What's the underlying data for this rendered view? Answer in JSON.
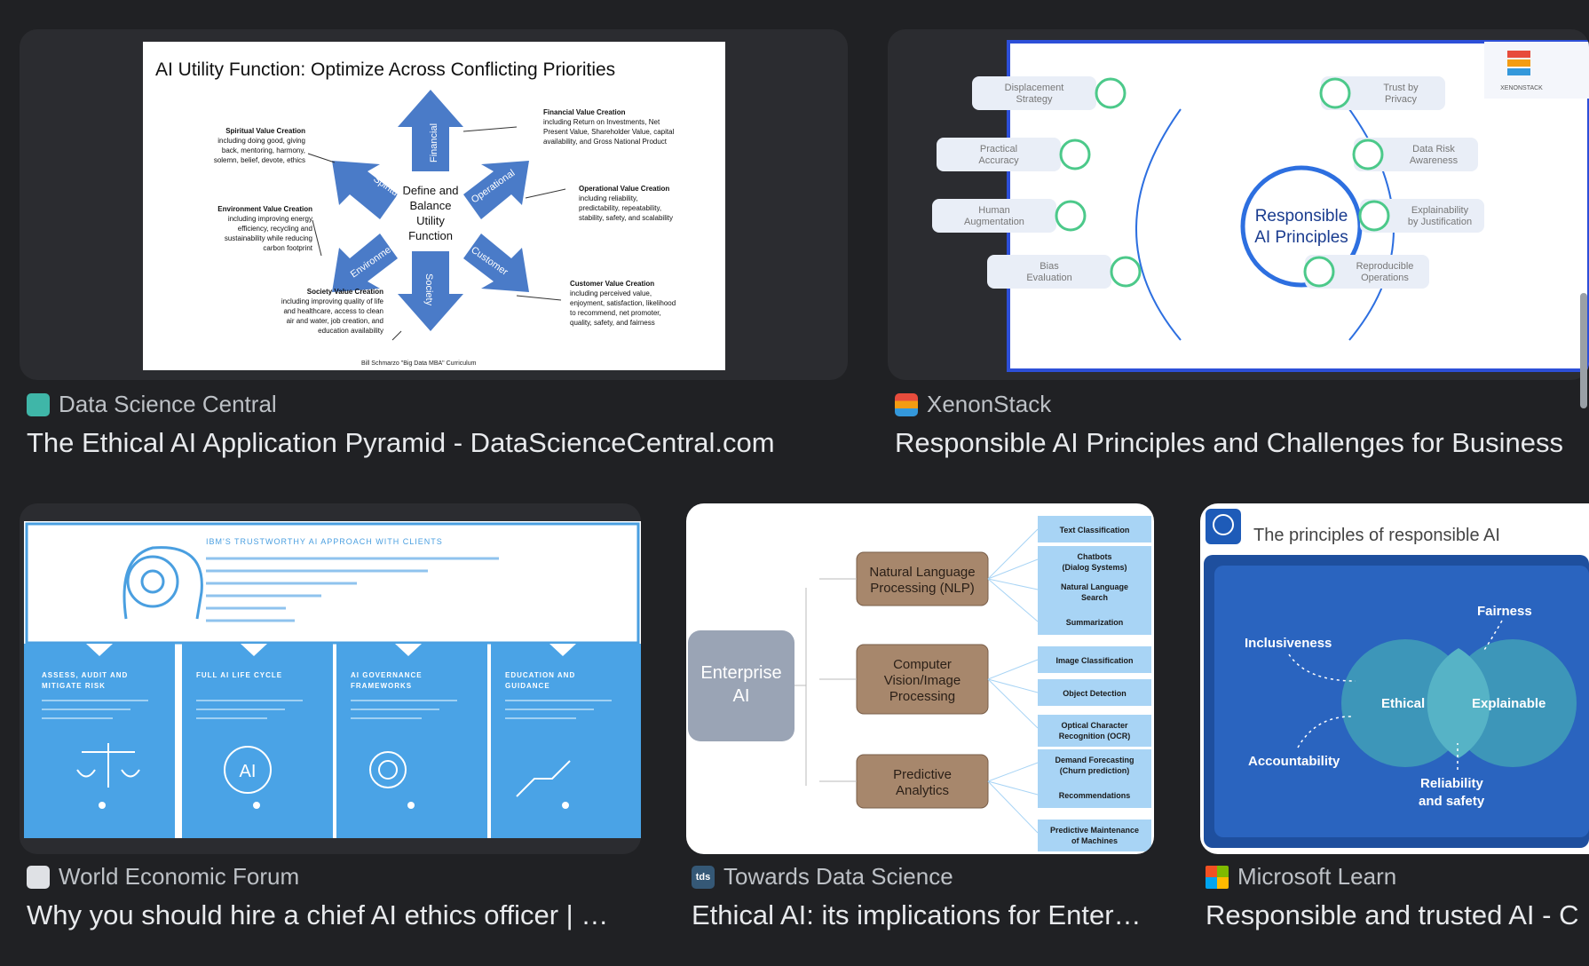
{
  "results": [
    {
      "source": "Data Science Central",
      "title": "The Ethical AI Application Pyramid - DataScienceCentral.com",
      "favicon_color": "#3fb6a8",
      "image": {
        "heading": "AI Utility Function: Optimize Across Conflicting Priorities",
        "center": [
          "Define and",
          "Balance",
          "Utility",
          "Function"
        ],
        "arrows": [
          "Financial",
          "Operational",
          "Customer",
          "Society",
          "Environment",
          "Spiritual"
        ],
        "blocks": [
          {
            "h": "Financial Value Creation",
            "t": [
              "including Return on Investments, Net",
              "Present Value, Shareholder Value, capital",
              "availability, and Gross National Product"
            ]
          },
          {
            "h": "Operational Value Creation",
            "t": [
              "including reliability,",
              "predictability, repeatability,",
              "stability, safety, and scalability"
            ]
          },
          {
            "h": "Customer Value Creation",
            "t": [
              "including perceived value,",
              "enjoyment, satisfaction, likelihood",
              "to recommend, net promoter,",
              "quality, safety, and fairness"
            ]
          },
          {
            "h": "Society Value Creation",
            "t": [
              "including improving quality of life",
              "and healthcare, access to clean",
              "air and water, job creation, and",
              "education availability"
            ]
          },
          {
            "h": "Environment Value Creation",
            "t": [
              "including improving energy",
              "efficiency, recycling and",
              "sustainability while reducing",
              "carbon footprint"
            ]
          },
          {
            "h": "Spiritual Value Creation",
            "t": [
              "including doing good, giving",
              "back, mentoring, harmony,",
              "solemn, belief, devote, ethics"
            ]
          }
        ],
        "credit": "Bill Schmarzo \"Big Data MBA\" Curriculum"
      }
    },
    {
      "source": "XenonStack",
      "title": "Responsible AI Principles and Challenges for Business",
      "favicon_color": "#e74c3c",
      "image": {
        "center": [
          "Responsible",
          "AI Principles"
        ],
        "left": [
          [
            "Displacement",
            "Strategy"
          ],
          [
            "Practical",
            "Accuracy"
          ],
          [
            "Human",
            "Augmentation"
          ],
          [
            "Bias",
            "Evaluation"
          ]
        ],
        "right": [
          [
            "Trust by",
            "Privacy"
          ],
          [
            "Data Risk",
            "Awareness"
          ],
          [
            "Explainability",
            "by Justification"
          ],
          [
            "Reproducible",
            "Operations"
          ]
        ],
        "logo_text": "XENONSTACK"
      }
    },
    {
      "source": "World Economic Forum",
      "title": "Why you should hire a chief AI ethics officer | …",
      "favicon_color": "#dfe1e5",
      "image": {
        "heading": "IBM'S TRUSTWORTHY AI APPROACH WITH CLIENTS",
        "columns": [
          "ASSESS, AUDIT AND MITIGATE RISK",
          "FULL AI LIFE CYCLE",
          "AI GOVERNANCE FRAMEWORKS",
          "EDUCATION AND GUIDANCE"
        ],
        "ai_label": "AI"
      }
    },
    {
      "source": "Towards Data Science",
      "title": "Ethical AI: its implications for Enter…",
      "favicon_color": "#355876",
      "favicon_text": "tds",
      "image": {
        "root": [
          "Enterprise",
          "AI"
        ],
        "groups": [
          {
            "name": [
              "Natural Language",
              "Processing (NLP)"
            ],
            "items": [
              [
                "Text Classification"
              ],
              [
                "Chatbots",
                "(Dialog Systems)"
              ],
              [
                "Natural Language",
                "Search"
              ],
              [
                "Summarization"
              ]
            ]
          },
          {
            "name": [
              "Computer",
              "Vision/Image",
              "Processing"
            ],
            "items": [
              [
                "Image Classification"
              ],
              [
                "Object Detection"
              ],
              [
                "Optical Character",
                "Recognition (OCR)"
              ]
            ]
          },
          {
            "name": [
              "Predictive",
              "Analytics"
            ],
            "items": [
              [
                "Demand Forecasting",
                "(Churn prediction)"
              ],
              [
                "Recommendations"
              ],
              [
                "Predictive Maintenance",
                "of Machines"
              ]
            ]
          }
        ]
      }
    },
    {
      "source": "Microsoft Learn",
      "title": "Responsible and trusted AI - C",
      "favicon_color": "#f25022",
      "image": {
        "heading": "The principles of responsible AI",
        "labels": {
          "fairness": "Fairness",
          "inclusiveness": "Inclusiveness",
          "ethical": "Ethical",
          "explainable": "Explainable",
          "accountability": "Accountability",
          "reliability": [
            "Reliability",
            "and safety"
          ]
        }
      }
    }
  ]
}
